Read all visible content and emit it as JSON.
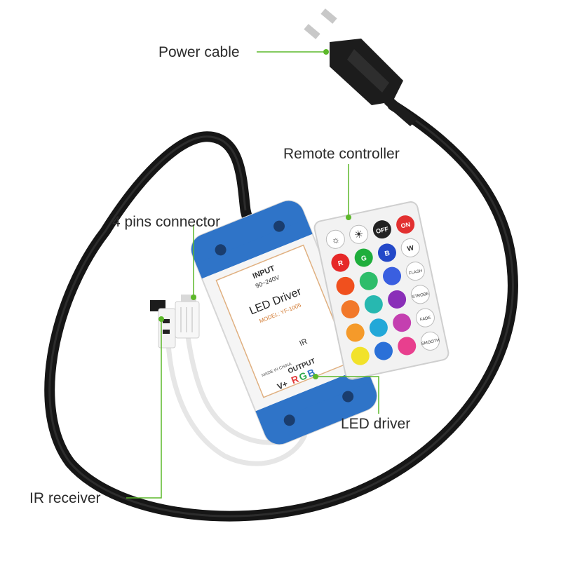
{
  "labels": {
    "power_cable": "Power cable",
    "remote_controller": "Remote controller",
    "pins_connector": "4 pins connector",
    "led_driver": "LED driver",
    "ir_receiver": "IR receiver"
  },
  "driver": {
    "input_title": "INPUT",
    "input_voltage": "90~240V",
    "product_name": "LED Driver",
    "model": "MODEL: YF-1005",
    "output_title": "OUTPUT",
    "output_polarity": "V+",
    "output_rgb": [
      "R",
      "G",
      "B"
    ],
    "made_in": "MADE IN CHINA",
    "ir_mark": "IR"
  },
  "remote": {
    "top_row": [
      "",
      "",
      "OFF",
      "ON"
    ],
    "color_row_labels": [
      "R",
      "G",
      "B",
      "W"
    ],
    "side_buttons": [
      "FLASH",
      "STROBE",
      "FADE",
      "SMOOTH"
    ]
  },
  "colors": {
    "leader_line": "#5cb82a",
    "cable": "#161616",
    "driver_cap": "#2f74c8",
    "remote_body": "#f2f2f2"
  }
}
